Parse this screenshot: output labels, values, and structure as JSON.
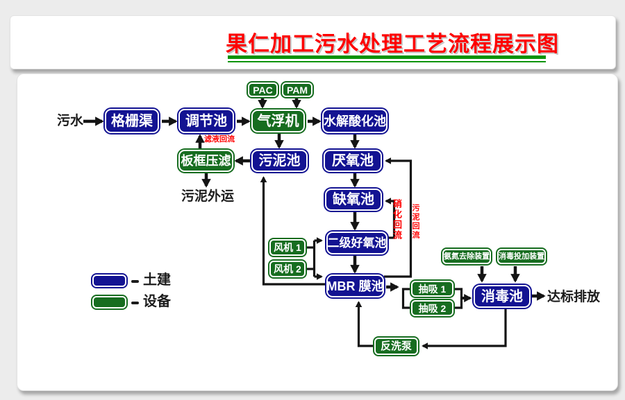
{
  "header": {
    "title": "果仁加工污水处理工艺流程展示图"
  },
  "nodes": {
    "source": "污水",
    "grid_channel": "格栅渠",
    "regulating_tank": "调节池",
    "air_flotation": "气浮机",
    "pac": "PAC",
    "pam": "PAM",
    "hydrolysis_acidification_tank": "水解酸化池",
    "plate_frame_filter": "板框压滤",
    "sludge_tank": "污泥池",
    "sludge_out": "污泥外运",
    "anaerobic_tank": "厌氧池",
    "anoxic_tank": "缺氧池",
    "secondary_aerobic_tank": "二级好氧池",
    "fan_1": "风机 1",
    "fan_2": "风机 2",
    "mbr_tank": "MBR 膜池",
    "suction_1": "抽吸 1",
    "suction_2": "抽吸 2",
    "ammonia_removal_device": "氨氮去除装置",
    "disinfectant_dosing_device": "消毒投加装置",
    "disinfection_tank": "消毒池",
    "discharge": "达标排放",
    "backwash_pump": "反洗泵"
  },
  "flow_labels": {
    "filtrate_return": "滤液回流",
    "nitrification_return": "硝化回流",
    "sludge_return": "污泥回流"
  },
  "legend": {
    "civil_label": "土建",
    "equipment_label": "设备"
  },
  "colors": {
    "civil_blue": "#131392",
    "equipment_green": "#176d20",
    "title_red": "#fe0000",
    "underline_green": "#0a9308",
    "flow_label_red": "#ff0000",
    "arrow_black": "#141414"
  }
}
